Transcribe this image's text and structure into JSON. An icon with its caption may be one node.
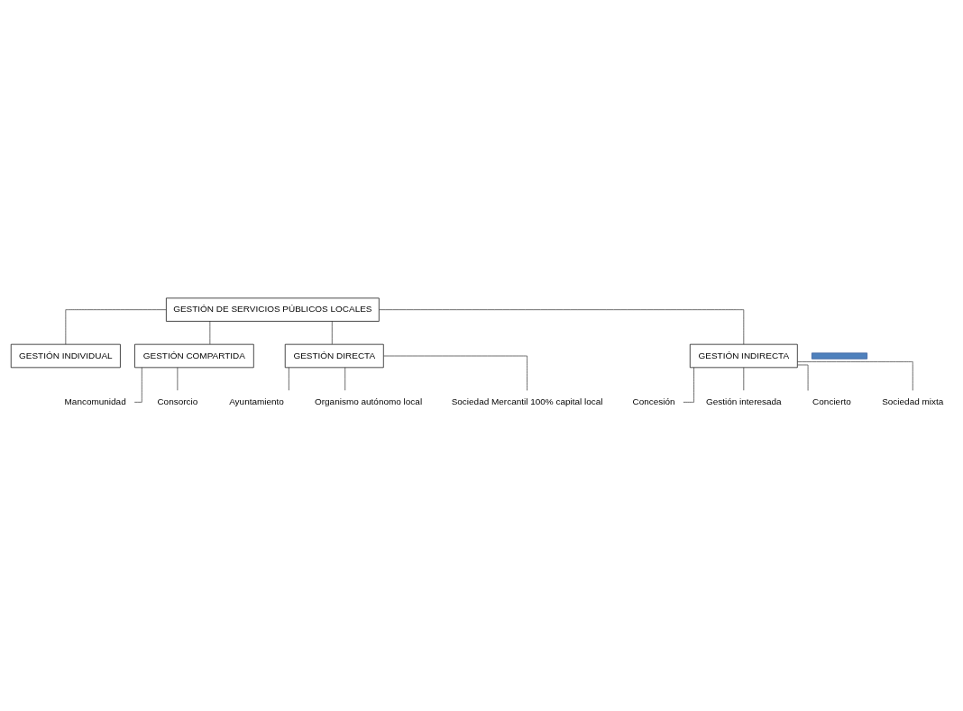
{
  "diagram": {
    "nodes": [
      {
        "text": [
          "GESTIÓN DE SERVICIOS PÚBLICOS LOCALES"
        ]
      },
      {
        "text": [
          "GESTIÓN INDIVIDUAL"
        ]
      },
      {
        "text": [
          "GESTIÓN COMPARTIDA"
        ]
      },
      {
        "text": [
          "Mancomunidad"
        ]
      },
      {
        "text": [
          "Consorcio"
        ]
      },
      {
        "text": [
          "GESTIÓN DIRECTA"
        ]
      },
      {
        "text": [
          "GESTIÓN INDIRECTA"
        ]
      },
      {
        "text": [],
        "shape": "bar"
      },
      {
        "text": [
          "Ayuntamiento"
        ]
      },
      {
        "text": [
          "Organismo autónomo local"
        ]
      },
      {
        "text": [
          "Sociedad Mercantil 100% capital local"
        ]
      },
      {
        "text": [
          "Concesión"
        ]
      },
      {
        "text": [
          "Gestión interesada"
        ]
      },
      {
        "text": [
          "Concierto"
        ]
      },
      {
        "text": [
          "Sociedad mixta"
        ]
      }
    ],
    "edges": [
      {
        "from": 0,
        "to": 1,
        "arrow": "none"
      },
      {
        "from": 0,
        "to": 2,
        "arrow": "none"
      },
      {
        "from": 0,
        "to": 5,
        "arrow": "none"
      },
      {
        "from": 0,
        "to": 6,
        "arrow": "none"
      },
      {
        "from": 2,
        "to": 3,
        "arrow": "none"
      },
      {
        "from": 2,
        "to": 4,
        "arrow": "none"
      },
      {
        "from": 5,
        "to": 8,
        "arrow": "none"
      },
      {
        "from": 5,
        "to": 9,
        "arrow": "none"
      },
      {
        "from": 5,
        "to": 10,
        "arrow": "none"
      },
      {
        "from": 6,
        "to": 11,
        "arrow": "none"
      },
      {
        "from": 6,
        "to": 12,
        "arrow": "none"
      },
      {
        "from": 6,
        "to": 13,
        "arrow": "none"
      },
      {
        "from": 6,
        "to": 14,
        "arrow": "none"
      }
    ]
  }
}
